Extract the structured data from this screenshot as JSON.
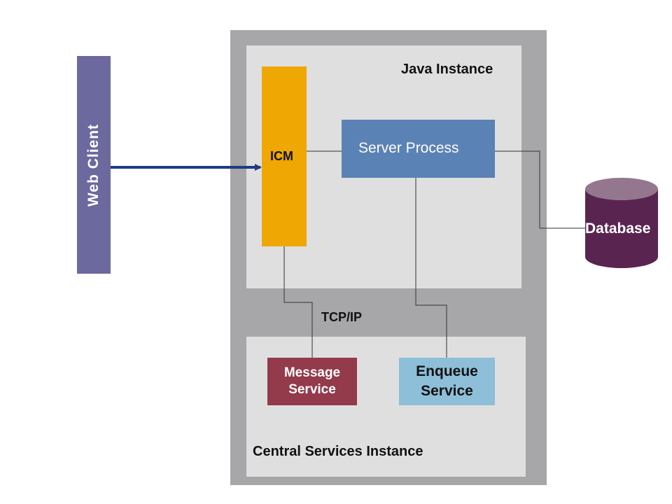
{
  "labels": {
    "web_client": "Web Client",
    "icm": "ICM",
    "server_process": "Server Process",
    "java_instance": "Java Instance",
    "central_services_instance": "Central Services Instance",
    "tcp_ip": "TCP/IP",
    "message_service": "Message\nService",
    "enqueue_service": "Enqueue\nService",
    "database": "Database"
  },
  "colors": {
    "web_client": "#6b699e",
    "icm": "#eea703",
    "server_process": "#5b82b4",
    "message_service": "#933a4b",
    "enqueue_service": "#8dbfd9",
    "database": "#5a2450",
    "database_top": "#94778f",
    "instance_panel": "#e0dfe0",
    "outer_frame": "#a7a6a8",
    "arrow": "#1f3a85"
  }
}
